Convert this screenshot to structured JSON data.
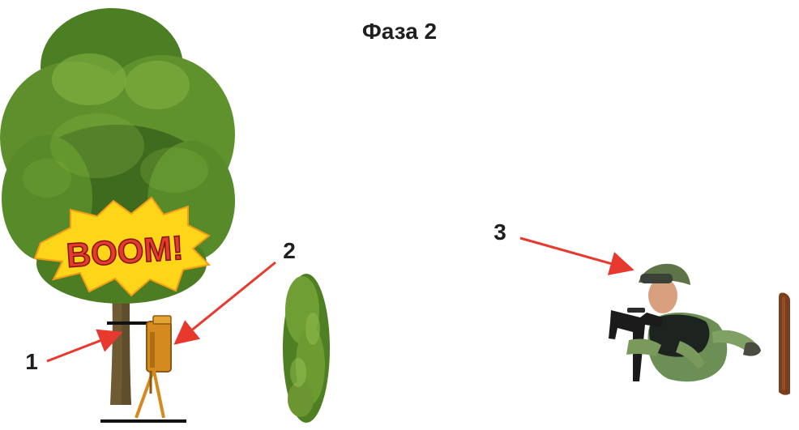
{
  "title": "Фаза 2",
  "explosion_text": "BOOM!",
  "callouts": [
    {
      "number": "1",
      "target": "tripwire-anchor-on-tree"
    },
    {
      "number": "2",
      "target": "device-on-tripod"
    },
    {
      "number": "3",
      "target": "soldier"
    }
  ],
  "colors": {
    "arrow": "#e8392f",
    "foliage_dark": "#3f6b1f",
    "foliage_mid": "#5e8f2c",
    "foliage_light": "#8dbb45",
    "trunk": "#6f5a34",
    "device": "#d48a1e",
    "explosion_yellow": "#ffd51a",
    "explosion_text": "#e63a2a",
    "stake": "#7a3e1c",
    "soldier_camo": "#6c8f55"
  }
}
